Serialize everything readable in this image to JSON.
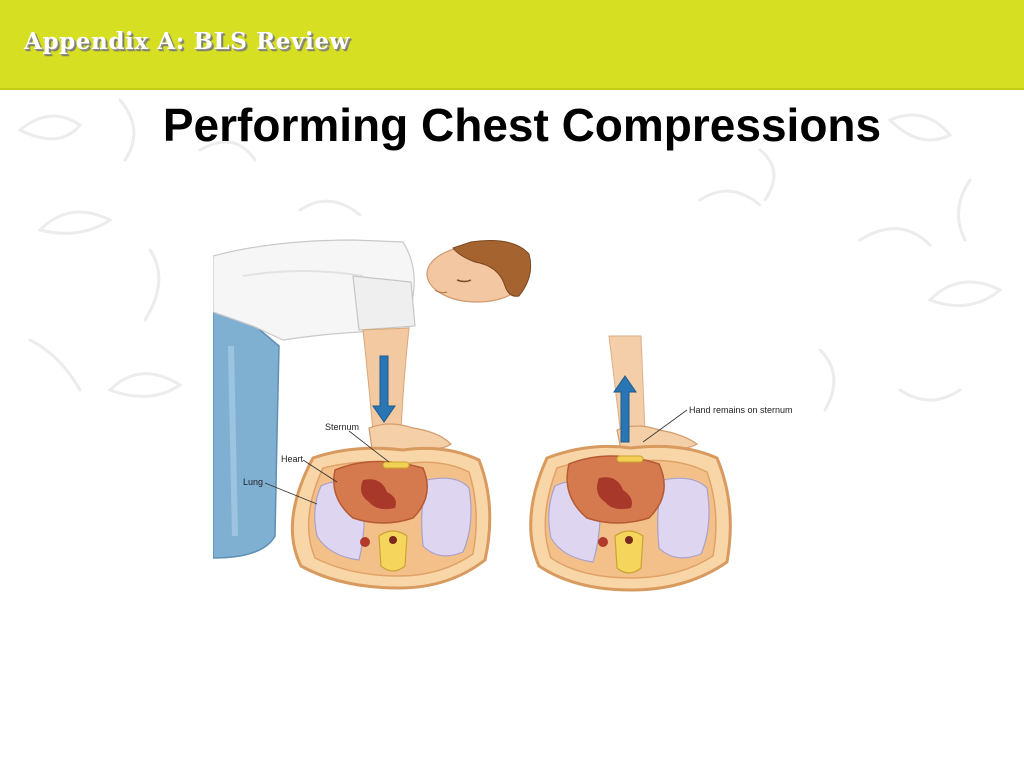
{
  "header": {
    "title": "Appendix A:  BLS Review",
    "color": "#d7df23"
  },
  "slide": {
    "title": "Performing Chest Compressions"
  },
  "figure": {
    "labels": {
      "sternum": "Sternum",
      "heart": "Heart",
      "lung": "Lung",
      "hand_remains": "Hand remains on sternum"
    },
    "arrows": {
      "compression": "down",
      "release": "up"
    }
  }
}
